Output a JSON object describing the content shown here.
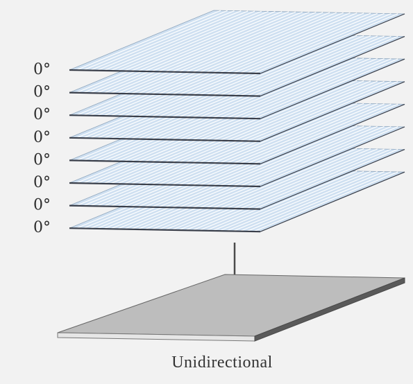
{
  "diagram": {
    "plies": [
      {
        "label": "0°"
      },
      {
        "label": "0°"
      },
      {
        "label": "0°"
      },
      {
        "label": "0°"
      },
      {
        "label": "0°"
      },
      {
        "label": "0°"
      },
      {
        "label": "0°"
      },
      {
        "label": "0°"
      }
    ],
    "caption": "Unidirectional",
    "colors": {
      "background": "#f2f2f2",
      "ply_fill": "#cfe0f1",
      "ply_stripe": "#ffffff",
      "ply_edge": "#3a3f4a",
      "laminate_top": "#bdbdbd",
      "laminate_side": "#5a5a5a",
      "laminate_front": "#e6e6e6",
      "arrow": "#4a4a4a"
    },
    "icons": {
      "arrow": "down-arrow-icon"
    }
  }
}
